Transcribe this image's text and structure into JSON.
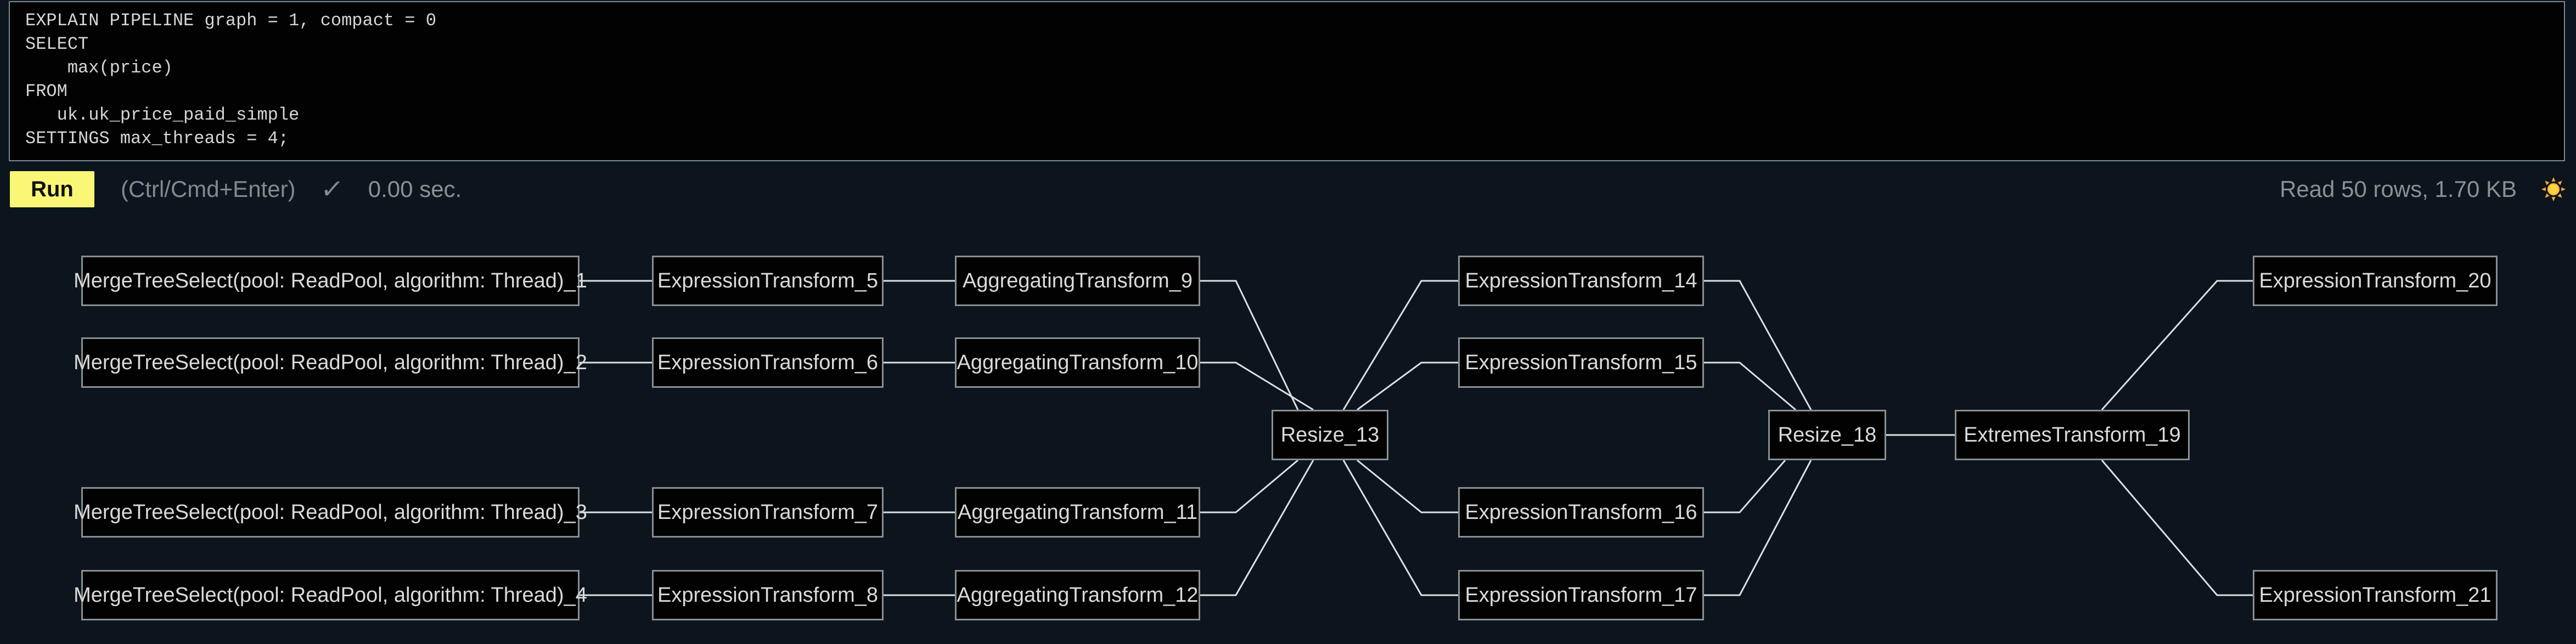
{
  "editor": {
    "lines": [
      "EXPLAIN PIPELINE graph = 1, compact = 0",
      "SELECT",
      "    max(price)",
      "FROM",
      "   uk.uk_price_paid_simple",
      "SETTINGS max_threads = 4;"
    ]
  },
  "toolbar": {
    "run_label": "Run",
    "shortcut_hint": "(Ctrl/Cmd+Enter)",
    "success_icon": "✓",
    "elapsed": "0.00 sec.",
    "stats": "Read 50 rows, 1.70 KB",
    "theme_icon_name": "sun-icon"
  },
  "colors": {
    "page_background": "#0c151d",
    "editor_background": "#020202",
    "accent_run_button": "#fbf776",
    "muted_text": "#8b9092",
    "node_border": "#898f92",
    "edge_line": "#dde0e1",
    "sun_core": "#ffd042",
    "sun_rays": "#f2a93b"
  },
  "graph": {
    "nodes": [
      {
        "id": "1",
        "label": "MergeTreeSelect(pool: ReadPool, algorithm: Thread)_1"
      },
      {
        "id": "2",
        "label": "MergeTreeSelect(pool: ReadPool, algorithm: Thread)_2"
      },
      {
        "id": "3",
        "label": "MergeTreeSelect(pool: ReadPool, algorithm: Thread)_3"
      },
      {
        "id": "4",
        "label": "MergeTreeSelect(pool: ReadPool, algorithm: Thread)_4"
      },
      {
        "id": "5",
        "label": "ExpressionTransform_5"
      },
      {
        "id": "6",
        "label": "ExpressionTransform_6"
      },
      {
        "id": "7",
        "label": "ExpressionTransform_7"
      },
      {
        "id": "8",
        "label": "ExpressionTransform_8"
      },
      {
        "id": "9",
        "label": "AggregatingTransform_9"
      },
      {
        "id": "10",
        "label": "AggregatingTransform_10"
      },
      {
        "id": "11",
        "label": "AggregatingTransform_11"
      },
      {
        "id": "12",
        "label": "AggregatingTransform_12"
      },
      {
        "id": "13",
        "label": "Resize_13"
      },
      {
        "id": "14",
        "label": "ExpressionTransform_14"
      },
      {
        "id": "15",
        "label": "ExpressionTransform_15"
      },
      {
        "id": "16",
        "label": "ExpressionTransform_16"
      },
      {
        "id": "17",
        "label": "ExpressionTransform_17"
      },
      {
        "id": "18",
        "label": "Resize_18"
      },
      {
        "id": "19",
        "label": "ExtremesTransform_19"
      },
      {
        "id": "20",
        "label": "ExpressionTransform_20"
      },
      {
        "id": "21",
        "label": "ExpressionTransform_21"
      }
    ]
  }
}
